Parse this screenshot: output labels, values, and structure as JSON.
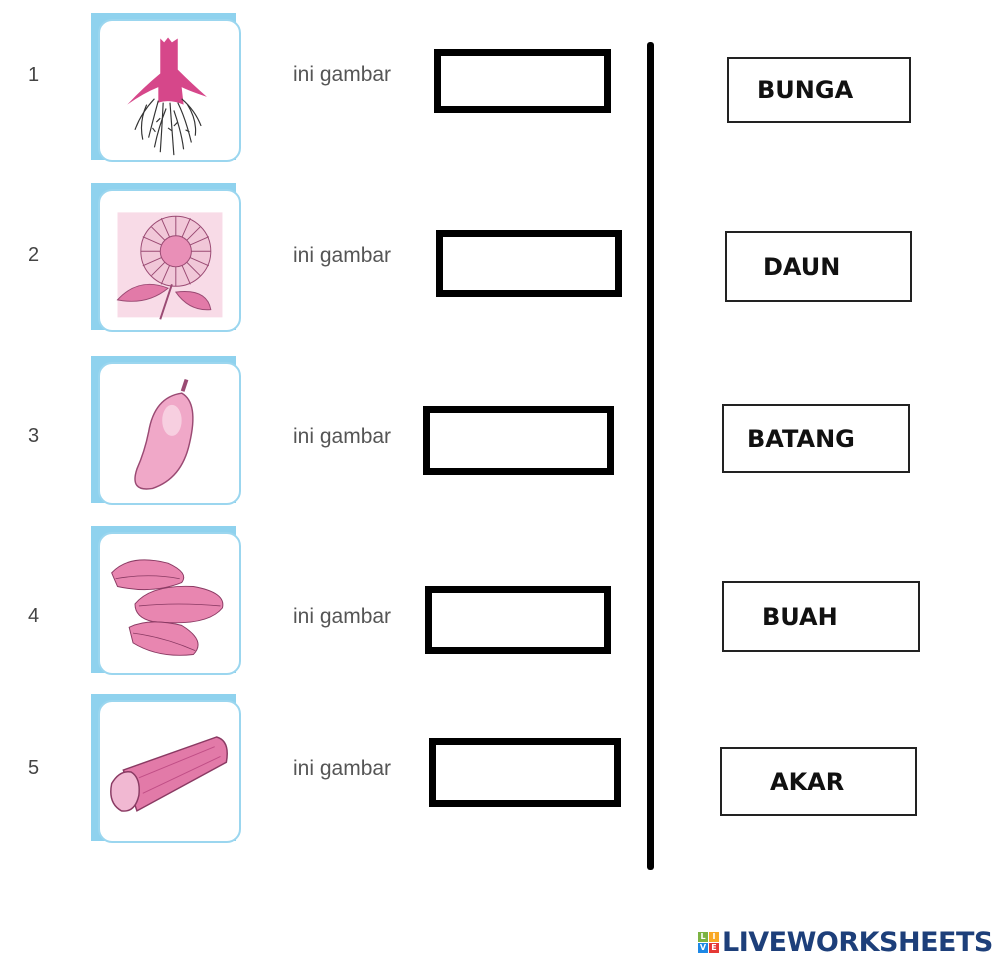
{
  "worksheet": {
    "rows": [
      {
        "number": "1",
        "label": "ini gambar",
        "image": "root-image",
        "answer": ""
      },
      {
        "number": "2",
        "label": "ini gambar",
        "image": "flower-image",
        "answer": ""
      },
      {
        "number": "3",
        "label": "ini gambar",
        "image": "fruit-image",
        "answer": ""
      },
      {
        "number": "4",
        "label": "ini gambar",
        "image": "leaves-image",
        "answer": ""
      },
      {
        "number": "5",
        "label": "ini gambar",
        "image": "stem-image",
        "answer": ""
      }
    ],
    "word_bank": [
      "BUNGA",
      "DAUN",
      "BATANG",
      "BUAH",
      "AKAR"
    ]
  },
  "footer": {
    "brand": "LIVEWORKSHEETS",
    "logo_letters": [
      "L",
      "I",
      "V",
      "E"
    ],
    "logo_colors": [
      "#7cb342",
      "#f9a825",
      "#1e88e5",
      "#e53935"
    ]
  },
  "colors": {
    "card_border": "#9bd6ef",
    "card_shadow": "#8fd2ee",
    "illustration_pink": "#e27aa8",
    "brand_blue": "#1d3f7a"
  }
}
